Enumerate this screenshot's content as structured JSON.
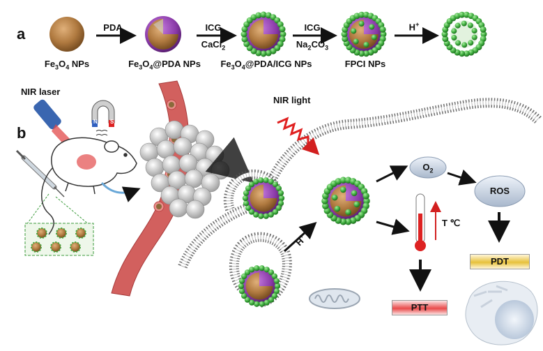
{
  "panel_a": {
    "panel_letter": "a",
    "nodes": [
      {
        "pre": "Fe",
        "sub1": "3",
        "mid": "O",
        "sub2": "4",
        "post": " NPs"
      },
      {
        "pre": "Fe",
        "sub1": "3",
        "mid": "O",
        "sub2": "4",
        "post": "@PDA NPs"
      },
      {
        "pre": "Fe",
        "sub1": "3",
        "mid": "O",
        "sub2": "4",
        "post": "@PDA/ICG NPs"
      },
      {
        "text": "FPCI NPs"
      }
    ],
    "arrows": [
      {
        "top": "PDA",
        "bottom": ""
      },
      {
        "top": "ICG",
        "bottom_pre": "CaCl",
        "bottom_sub": "2",
        "bottom_post": ""
      },
      {
        "top": "ICG",
        "bottom_pre": "Na",
        "bottom_sub": "2",
        "bottom_mid": "CO",
        "bottom_sub2": "3"
      },
      {
        "top_pre": "H",
        "top_sup": "+"
      }
    ]
  },
  "panel_b": {
    "panel_letter": "b",
    "nir_laser": "NIR laser",
    "nir_light": "NIR light",
    "magnet_n": "N",
    "magnet_s": "S",
    "h_plus_pre": "H",
    "h_plus_sup": "+",
    "o2_pre": "O",
    "o2_sub": "2",
    "ros": "ROS",
    "temp": "T ℃",
    "ptt": "PTT",
    "pdt": "PDT"
  },
  "colors": {
    "core": "#b07a40",
    "pda_shell": "#8a3aa8",
    "icg_dots": "#3fae3f",
    "vessel": "#d2605e",
    "ptt_bar": "#e94b4b",
    "pdt_bar": "#e7c13b"
  }
}
